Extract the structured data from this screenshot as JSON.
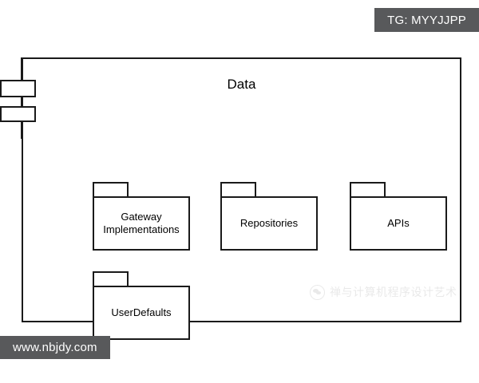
{
  "watermarks": {
    "top_right_badge": "TG: MYYJJPP",
    "bottom_left_badge": "www.nbjdy.com",
    "center_text": "禅与计算机程序设计艺术",
    "badge_background_color": "#58595B",
    "badge_text_color": "#FFFFFF"
  },
  "diagram": {
    "container": {
      "title": "Data",
      "border_color": "#1A1A1A",
      "fill_color": "#FFFFFF"
    },
    "ports": [
      {
        "name": "upper-interface-port"
      },
      {
        "name": "lower-interface-port"
      }
    ],
    "packages": [
      {
        "label": "Gateway Implementations",
        "label_lines": [
          "Gateway",
          "Implementations"
        ]
      },
      {
        "label": "Repositories",
        "label_lines": [
          "Repositories"
        ]
      },
      {
        "label": "APIs",
        "label_lines": [
          "APIs"
        ]
      },
      {
        "label": "UserDefaults",
        "label_lines": [
          "UserDefaults"
        ]
      }
    ]
  }
}
